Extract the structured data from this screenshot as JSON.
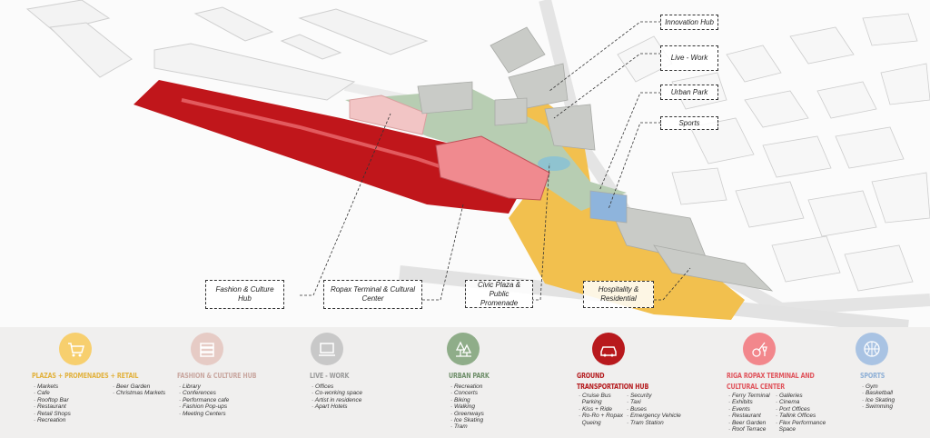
{
  "callouts": {
    "innovation_hub": "Innovation Hub",
    "live_work": "Live - Work",
    "urban_park": "Urban Park",
    "sports": "Sports",
    "fashion_culture_hub": "Fashion & Culture Hub",
    "ropax_terminal": "Ropax Terminal & Cultural Center",
    "civic_plaza": "Civic Plaza & Public Promenade",
    "hospitality": "Hospitality & Residential"
  },
  "colors": {
    "red_zone": "#c0161b",
    "pink_building": "#f08a8f",
    "yellow_plaza": "#f2c04e",
    "green_park": "#b7cdb2",
    "building_gray": "#c9cbc7"
  },
  "legend": [
    {
      "title": "PLAZAS  + PROMENADES + RETAIL",
      "color": "#e2b23e",
      "icon_bg": "#f7cf6e",
      "icon": "shopping-cart-icon",
      "items_a": [
        "· Markets",
        "· Cafe",
        "· Rooftop Bar",
        "· Restaurant",
        "· Retail Shops",
        "· Recreation"
      ],
      "items_b": [
        "· Beer Garden",
        "· Christmas Markets"
      ]
    },
    {
      "title": "FASHION & CULTURE HUB",
      "color": "#c9a7a0",
      "icon_bg": "#e6cbc5",
      "icon": "fabric-stack-icon",
      "items_a": [
        "· Library",
        "· Conferences",
        "· Performance cafe",
        "· Fashion Pop-ups",
        "· Meeting Centers"
      ],
      "items_b": []
    },
    {
      "title": "LIVE - WORK",
      "color": "#9a9a9a",
      "icon_bg": "#c8c8c8",
      "icon": "laptop-icon",
      "items_a": [
        "· Offices",
        "· Co-working space",
        "· Artist in residence",
        "· Apart Hotels"
      ],
      "items_b": []
    },
    {
      "title": "URBAN PARK",
      "color": "#6f8f6a",
      "icon_bg": "#8fad89",
      "icon": "trees-icon",
      "items_a": [
        "· Recreation",
        "· Concerts",
        "· Biking",
        "· Walking",
        "· Greenways",
        "· Ice Skating",
        "· Tram"
      ],
      "items_b": []
    },
    {
      "title": "GROUND TRANSPORTATION HUB",
      "color": "#b51c1f",
      "icon_bg": "#b8191d",
      "icon": "car-icon",
      "items_a": [
        "· Cruise Bus",
        "  Parking",
        "· Kiss + Ride",
        "· Ro-Ro + Ropax",
        "  Queing"
      ],
      "items_b": [
        "· Security",
        "· Taxi",
        "· Buses",
        "· Emergency Vehicle",
        "· Tram Station"
      ]
    },
    {
      "title": "RIGA ROPAX TERMINAL AND CULTURAL CENTER",
      "color": "#e0555d",
      "icon_bg": "#f2878c",
      "icon": "guitar-wine-icon",
      "items_a": [
        "· Ferry Terminal",
        "· Exhibits",
        "· Events",
        "· Restaurant",
        "· Beer Garden",
        "· Roof Terrace"
      ],
      "items_b": [
        "· Galleries",
        "· Cinema",
        "· Port Offices",
        "· Tallink Offices",
        "· Flex Performance",
        "  Space"
      ]
    },
    {
      "title": "SPORTS",
      "color": "#8fb0d6",
      "icon_bg": "#a9c3e3",
      "icon": "basketball-icon",
      "items_a": [
        "· Gym",
        "· Basketball",
        "· Ice Skating",
        "· Swimming"
      ],
      "items_b": []
    }
  ]
}
